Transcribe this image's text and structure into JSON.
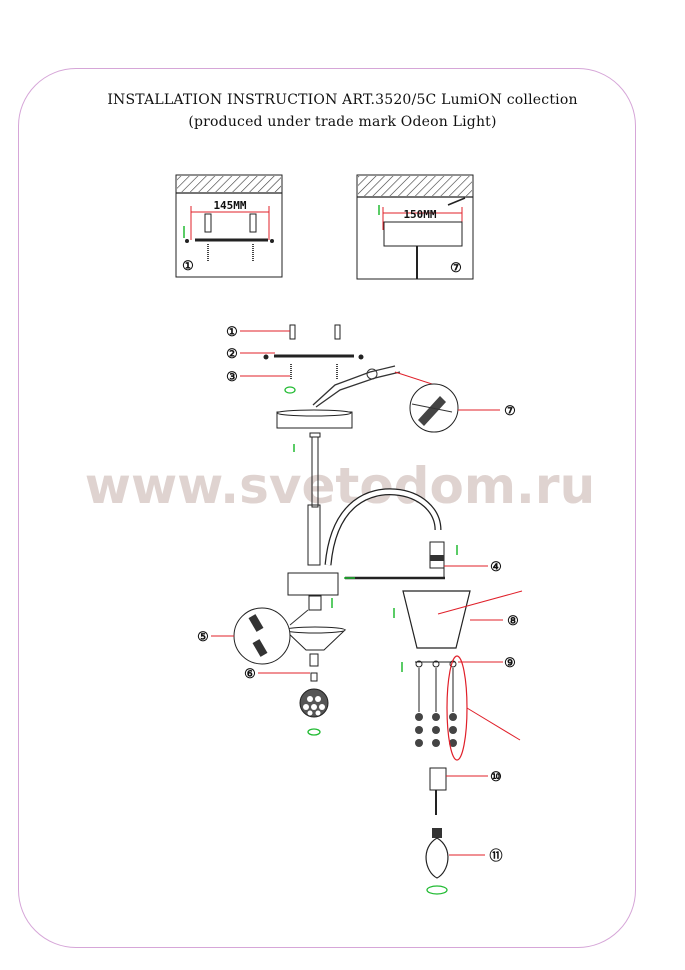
{
  "title_line1": "INSTALLATION INSTRUCTION ART.3520/5C LumiON collection",
  "title_line2": "(produced under trade mark Odeon Light)",
  "watermark": "www.svetodom.ru",
  "detail_left": {
    "dimension": "145MM",
    "step": "①"
  },
  "detail_right": {
    "dimension": "150MM",
    "step": "⑦"
  },
  "callouts": [
    "①",
    "②",
    "③",
    "④",
    "⑤",
    "⑥",
    "⑦",
    "⑧",
    "⑨",
    "⑩",
    "⑪"
  ],
  "colors": {
    "frame": "#d6a6d8",
    "accent_red": "#e0202a",
    "arrow_green": "#22bb33",
    "line": "#222222"
  }
}
